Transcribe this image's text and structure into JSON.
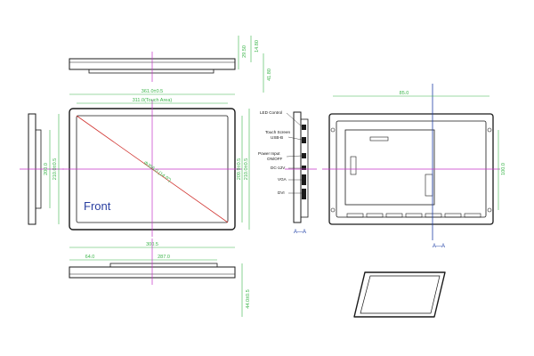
{
  "front_view": {
    "label": "Front",
    "overall_width": "361.0±0.5",
    "active_width": "311.0(Touch Area)",
    "diagonal": "Φ356.0 (14 0\")",
    "height_active": "209.9±0.5",
    "height_outer": "210.0±0.5",
    "height_left_inner": "200.0",
    "height_left_outer": "210.0±0.5"
  },
  "top_view": {
    "dim_a": "29.50",
    "dim_b": "14.80",
    "dim_c": "41.80"
  },
  "bottom_view": {
    "overall": "300.5",
    "left_offset": "64.0",
    "middle": "287.0",
    "height": "44.0±0.5"
  },
  "side_view": {
    "labels": [
      "LED Control",
      "Touch Screen",
      "USB-B",
      "Power Input",
      "ON/OFF",
      "DC-12V",
      "VGA",
      "DVI"
    ],
    "section_label": "A—A"
  },
  "rear_view": {
    "width_dim": "85.0",
    "height_dim": "100.0",
    "section_label": "A—A"
  },
  "colors": {
    "line": "#1a1a1a",
    "dimension": "#3bb54a",
    "center": "#c535c8",
    "diagonal": "#d0312d",
    "section": "#1f3fa6"
  }
}
